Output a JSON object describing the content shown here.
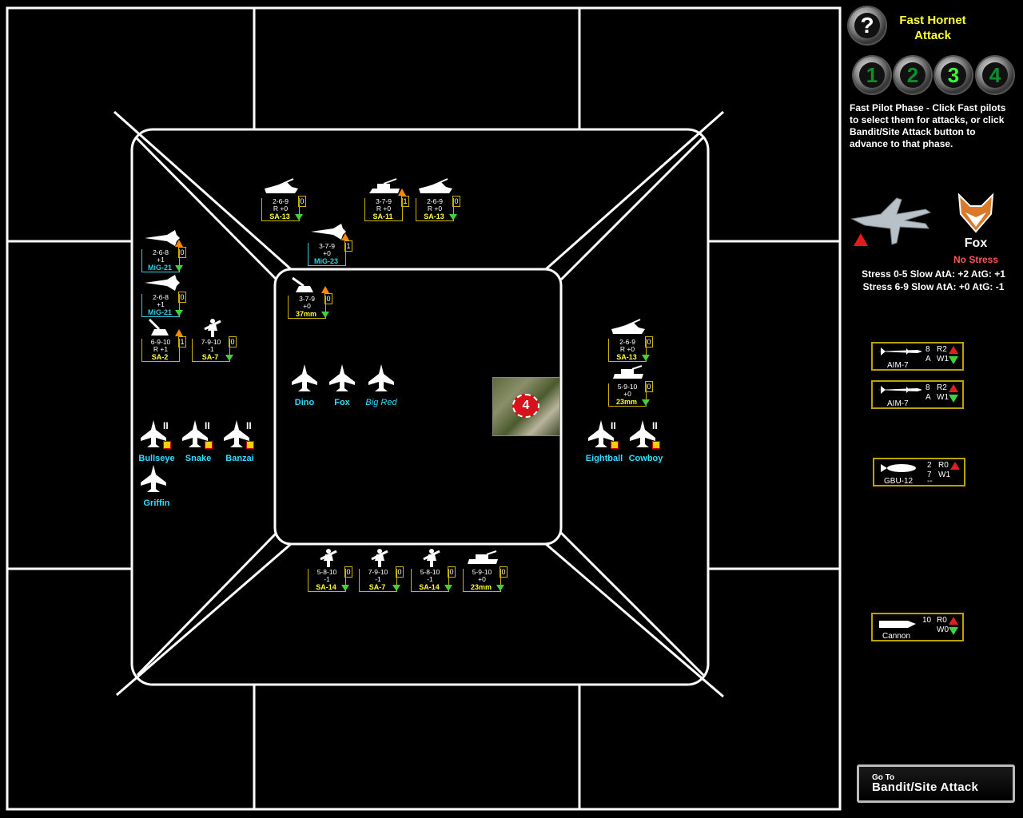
{
  "panel": {
    "help_label": "?",
    "title_line1": "Fast Hornet",
    "title_line2": "Attack",
    "phase_buttons": [
      "1",
      "2",
      "3",
      "4"
    ],
    "active_phase": "3",
    "instructions": "Fast Pilot Phase - Click Fast pilots to select them for attacks, or click Bandit/Site Attack button to advance to that phase.",
    "pilot_name": "Fox",
    "pilot_status": "No Stress",
    "stress_line1": "Stress 0-5 Slow AtA: +2 AtG: +1",
    "stress_line2": "Stress 6-9 Slow AtA: +0 AtG: -1",
    "weapons": [
      {
        "name": "AIM-7",
        "count": "8",
        "type": "A",
        "r": "R2",
        "w": "W1"
      },
      {
        "name": "AIM-7",
        "count": "8",
        "type": "A",
        "r": "R2",
        "w": "W1"
      },
      {
        "name": "GBU-12",
        "count": "2",
        "type": "7",
        "r": "R0",
        "w": "W1",
        "extra": "--"
      },
      {
        "name": "Cannon",
        "count": "10",
        "type": "",
        "r": "R0",
        "w": "W0"
      }
    ],
    "advance_button_line1": "Go To",
    "advance_button_line2": "Bandit/Site Attack"
  },
  "target": {
    "number": "4"
  },
  "enemy_units": [
    {
      "id": "u1",
      "stats": "2-6-9",
      "mod": "+0",
      "r": "R",
      "box": "0",
      "name": "SA-13"
    },
    {
      "id": "u2",
      "stats": "3-7-9",
      "mod": "+0",
      "r": "R",
      "box": "1",
      "name": "SA-11"
    },
    {
      "id": "u3",
      "stats": "2-6-9",
      "mod": "+0",
      "r": "R",
      "box": "0",
      "name": "SA-13"
    },
    {
      "id": "u4",
      "stats": "3-7-9",
      "mod": "+0",
      "r": "",
      "box": "1",
      "name": "MiG-23"
    },
    {
      "id": "u5",
      "stats": "2-6-8",
      "mod": "+1",
      "r": "",
      "box": "0",
      "name": "MiG-21"
    },
    {
      "id": "u6",
      "stats": "2-6-8",
      "mod": "+1",
      "r": "",
      "box": "0",
      "name": "MiG-21"
    },
    {
      "id": "u7",
      "stats": "3-7-9",
      "mod": "+0",
      "r": "",
      "box": "0",
      "name": "37mm"
    },
    {
      "id": "u8",
      "stats": "6-9-10",
      "mod": "+1",
      "r": "R",
      "box": "1",
      "name": "SA-2"
    },
    {
      "id": "u9",
      "stats": "7-9-10",
      "mod": "-1",
      "r": "",
      "box": "0",
      "name": "SA-7"
    },
    {
      "id": "u10",
      "stats": "2-6-9",
      "mod": "+0",
      "r": "R",
      "box": "0",
      "name": "SA-13"
    },
    {
      "id": "u11",
      "stats": "5-9-10",
      "mod": "+0",
      "r": "",
      "box": "0",
      "name": "23mm"
    },
    {
      "id": "u12",
      "stats": "5-8-10",
      "mod": "-1",
      "r": "",
      "box": "0",
      "name": "SA-14"
    },
    {
      "id": "u13",
      "stats": "7-9-10",
      "mod": "-1",
      "r": "",
      "box": "0",
      "name": "SA-7"
    },
    {
      "id": "u14",
      "stats": "5-8-10",
      "mod": "-1",
      "r": "",
      "box": "0",
      "name": "SA-14"
    },
    {
      "id": "u15",
      "stats": "5-9-10",
      "mod": "+0",
      "r": "",
      "box": "0",
      "name": "23mm"
    }
  ],
  "pilots": [
    {
      "name": "Dino"
    },
    {
      "name": "Fox"
    },
    {
      "name": "Big Red"
    },
    {
      "name": "Bullseye",
      "mark": "II"
    },
    {
      "name": "Snake",
      "mark": "II"
    },
    {
      "name": "Banzai",
      "mark": "II"
    },
    {
      "name": "Griffin"
    },
    {
      "name": "Eightball",
      "mark": "II"
    },
    {
      "name": "Cowboy",
      "mark": "II"
    }
  ],
  "colors": {
    "stats_border": "#c8b400",
    "pilot_name": "#33ddff",
    "title": "#ffff33",
    "status": "#ff5555"
  }
}
